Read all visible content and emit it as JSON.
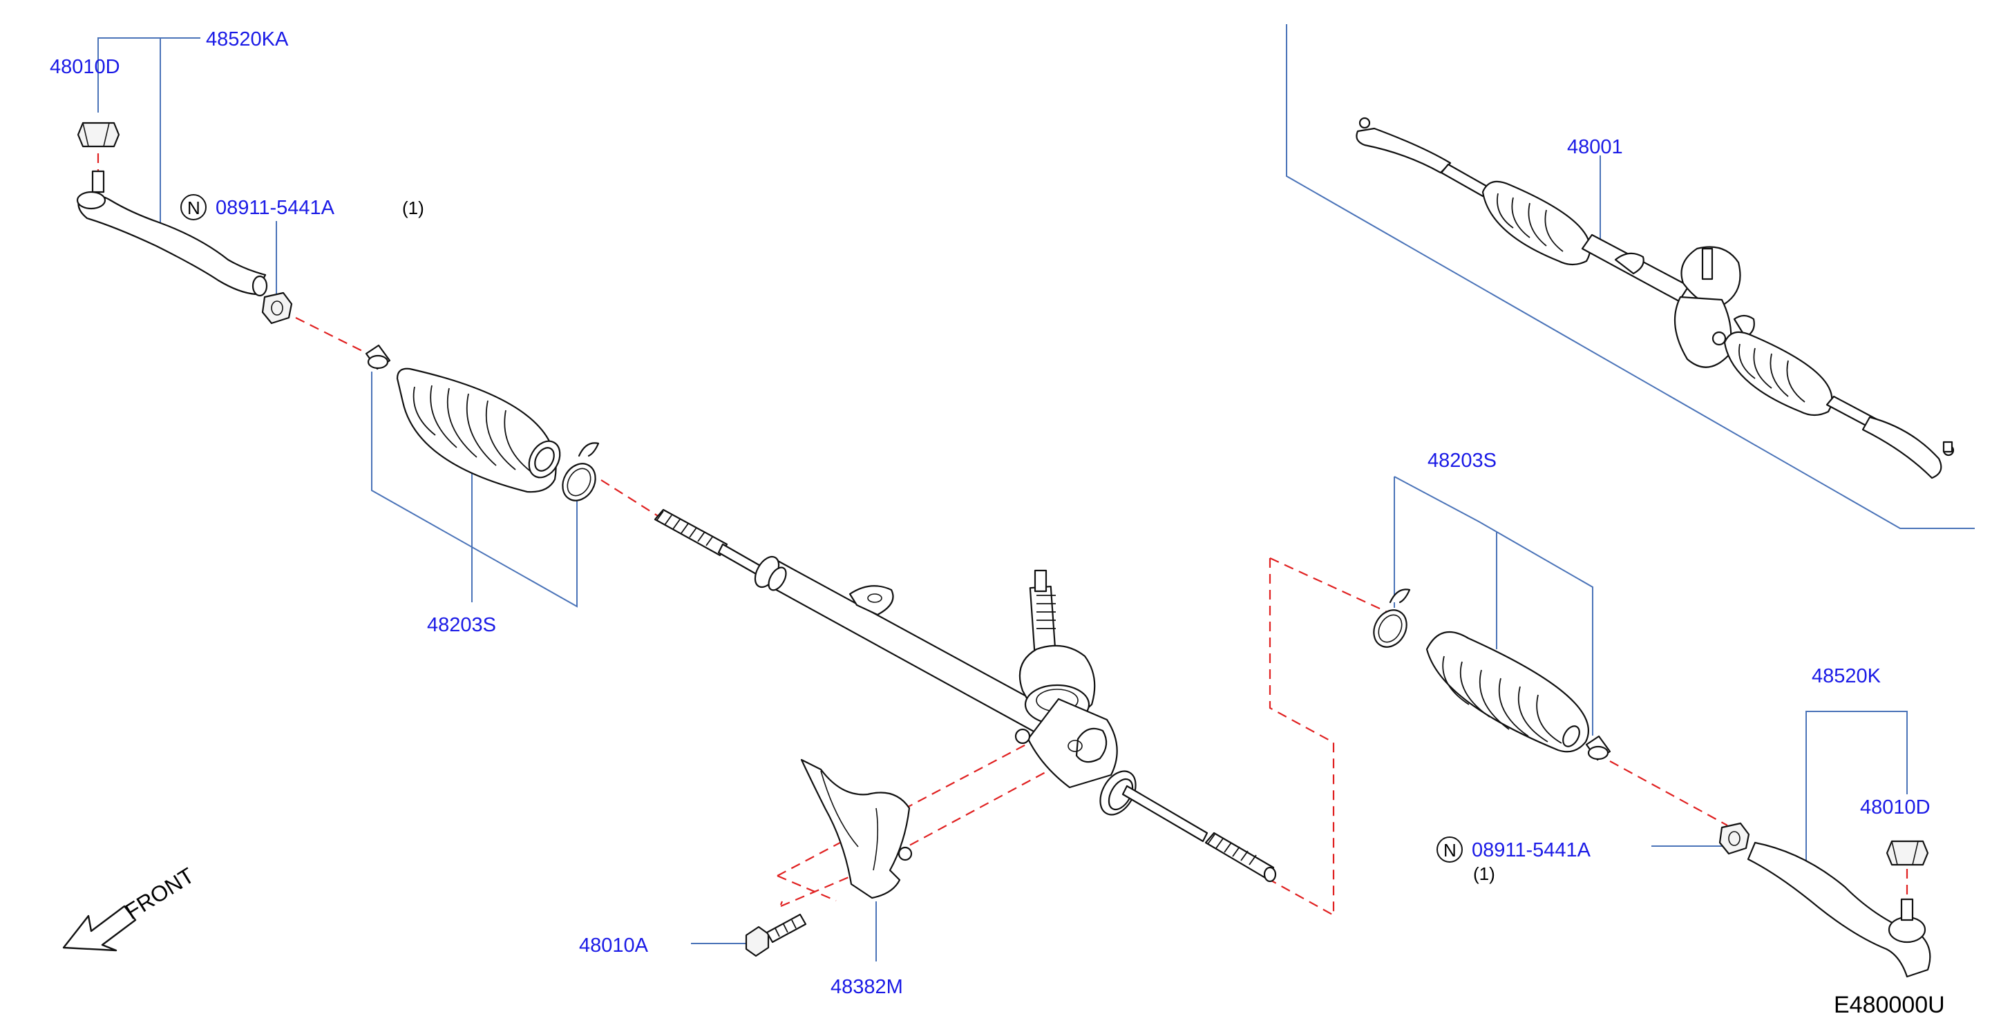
{
  "diagram_code": "E480000U",
  "front_indicator": "FRONT",
  "colors": {
    "callout_line": "#4a73b8",
    "hidden_line": "#e02020",
    "part_number": "#1a1ae6",
    "outline": "#111111"
  },
  "parts": {
    "p48520KA": "48520KA",
    "p48010D_left": "48010D",
    "p08911_left": "08911-5441A",
    "p08911_left_qty": "(1)",
    "p48203S_left": "48203S",
    "p48001": "48001",
    "p48203S_right": "48203S",
    "p48520K": "48520K",
    "p48010D_right": "48010D",
    "p08911_right": "08911-5441A",
    "p08911_right_qty": "(1)",
    "p48010A": "48010A",
    "p48382M": "48382M"
  },
  "icons": {
    "nut_symbol": "N",
    "front_arrow": "arrow-down-left-icon"
  }
}
